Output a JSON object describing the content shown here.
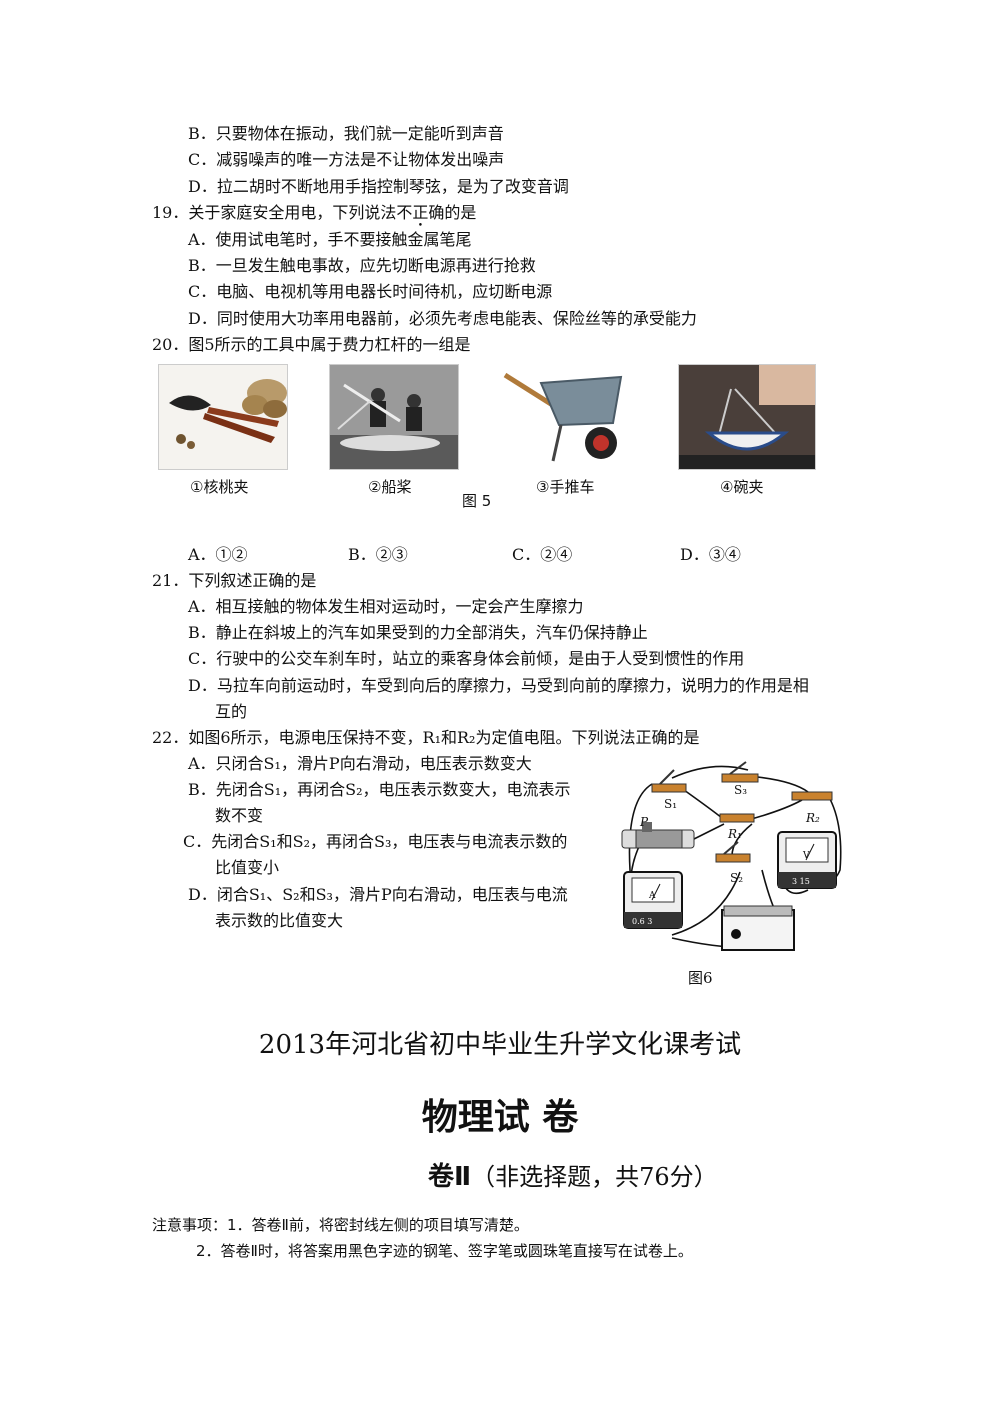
{
  "q18": {
    "optB": "B．只要物体在振动，我们就一定能听到声音",
    "optC": "C．减弱噪声的唯一方法是不让物体发出噪声",
    "optD": "D．拉二胡时不断地用手指控制琴弦，是为了改变音调"
  },
  "q19": {
    "stem_before": "19．关于家庭安全用电，下列说法",
    "stem_emph": "不正确",
    "stem_after": "的是",
    "optA": "A．使用试电笔时，手不要接触金属笔尾",
    "optB": "B．一旦发生触电事故，应先切断电源再进行抢救",
    "optC": "C．电脑、电视机等用电器长时间待机，应切断电源",
    "optD": "D．同时使用大功率用电器前，必须先考虑电能表、保险丝等的承受能力"
  },
  "q20": {
    "stem": "20．图5所示的工具中属于费力杠杆的一组是",
    "captions": [
      "①核桃夹",
      "②船桨",
      "③手推车",
      "④碗夹"
    ],
    "figure_label": "图 5",
    "optA": "A．①②",
    "optB": "B．②③",
    "optC": "C．②④",
    "optD": "D．③④"
  },
  "q21": {
    "stem": "21．下列叙述正确的是",
    "optA": "A．相互接触的物体发生相对运动时，一定会产生摩擦力",
    "optB": "B．静止在斜坡上的汽车如果受到的力全部消失，汽车仍保持静止",
    "optC": "C．行驶中的公交车刹车时，站立的乘客身体会前倾，是由于人受到惯性的作用",
    "optD1": "D．马拉车向前运动时，车受到向后的摩擦力，马受到向前的摩擦力，说明力的作用是相",
    "optD2": "互的"
  },
  "q22": {
    "stem": "22．如图6所示，电源电压保持不变，R₁和R₂为定值电阻。下列说法正确的是",
    "optA": "A．只闭合S₁，滑片P向右滑动，电压表示数变大",
    "optB1": "B．先闭合S₁，再闭合S₂，电压表示数变大，电流表示",
    "optB2": "数不变",
    "optC1": "C．先闭合S₁和S₂，再闭合S₃，电压表与电流表示数的",
    "optC2": "比值变小",
    "optD1": "D．闭合S₁、S₂和S₃，滑片P向右滑动，电压表与电流",
    "optD2": "表示数的比值变大",
    "figure_label": "图6",
    "labels": {
      "s1": "S₁",
      "s2": "S₂",
      "s3": "S₃",
      "r1": "R₁",
      "r2": "R₂",
      "p": "P",
      "ammeter": "A",
      "voltmeter": "V",
      "scale_a": "0.6 3",
      "scale_v": "3 15"
    }
  },
  "exam": {
    "title": "2013年河北省初中毕业生升学文化课考试",
    "subject": "物理试 卷",
    "part_bold": "卷Ⅱ",
    "part_rest": "（非选择题，共76分）",
    "note1": "注意事项：1．答卷Ⅱ前，将密封线左侧的项目填写清楚。",
    "note2": "2．答卷Ⅱ时，将答案用黑色字迹的钢笔、签字笔或圆珠笔直接写在试卷上。"
  }
}
